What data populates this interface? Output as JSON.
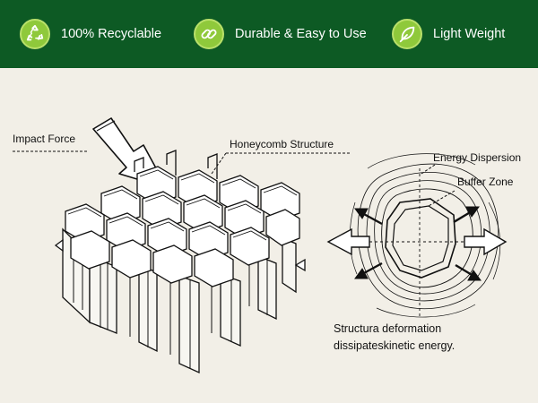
{
  "features": [
    {
      "label": "100% Recyclable",
      "icon": "recycle-icon"
    },
    {
      "label": "Durable & Easy to Use",
      "icon": "chain-link-icon"
    },
    {
      "label": "Light Weight",
      "icon": "feather-icon"
    }
  ],
  "diagram": {
    "impact_force": "Impact Force",
    "honeycomb_structure": "Honeycomb Structure",
    "energy_dispersion": "Energy Dispersion",
    "buffer_zone": "Buffer Zone",
    "caption_line1": "Structura deformation",
    "caption_line2": "dissipateskinetic energy."
  },
  "colors": {
    "banner": "#0d5a24",
    "icon_badge": "#8fc93b",
    "background": "#f2efe7",
    "ink": "#111111"
  }
}
